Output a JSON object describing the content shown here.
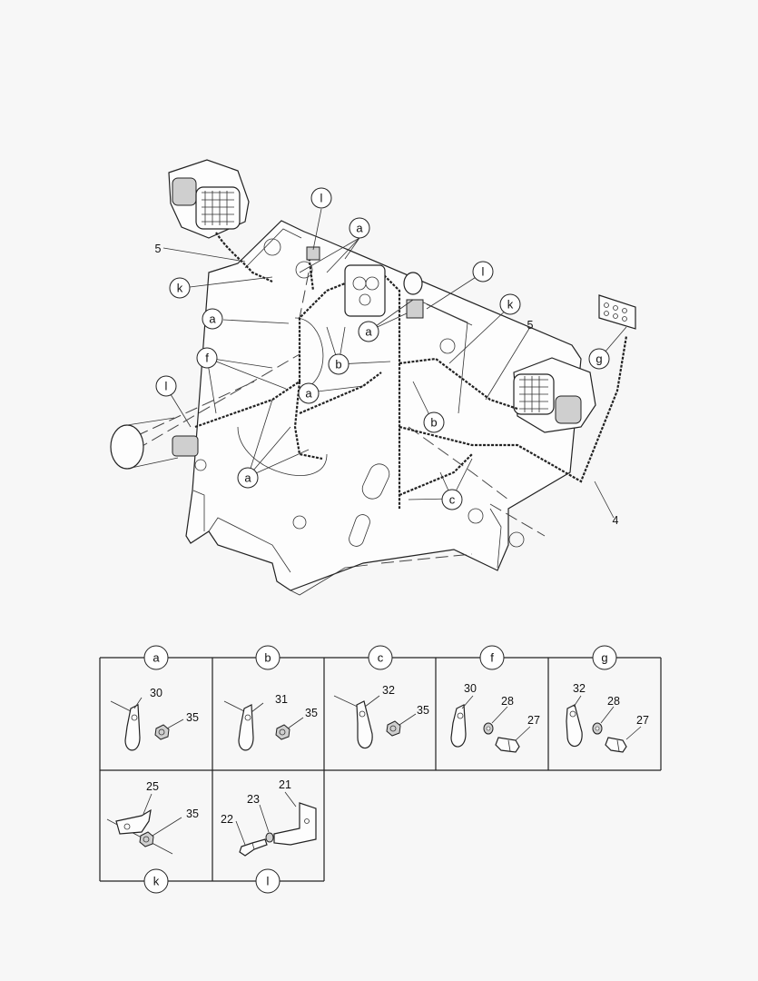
{
  "main_view": {
    "callouts": {
      "l_top": "l",
      "a_top": "a",
      "k_left": "k",
      "l_mid": "l",
      "k_right": "k",
      "a_left": "a",
      "a_center": "a",
      "f_left": "f",
      "b_center": "b",
      "l_left": "l",
      "a_mid": "a",
      "b_right": "b",
      "a_bottom": "a",
      "c_bottom": "c",
      "g_right": "g"
    },
    "part_numbers": {
      "lamp_left": "5",
      "lamp_right": "5",
      "harness": "4"
    }
  },
  "detail_table": {
    "cells": [
      {
        "key": "a",
        "parts": [
          "30",
          "35"
        ]
      },
      {
        "key": "b",
        "parts": [
          "31",
          "35"
        ]
      },
      {
        "key": "c",
        "parts": [
          "32",
          "35"
        ]
      },
      {
        "key": "f",
        "parts": [
          "30",
          "28",
          "27"
        ]
      },
      {
        "key": "g",
        "parts": [
          "32",
          "28",
          "27"
        ]
      },
      {
        "key": "k",
        "parts": [
          "25",
          "35"
        ]
      },
      {
        "key": "l",
        "parts": [
          "21",
          "23",
          "22"
        ]
      }
    ]
  }
}
